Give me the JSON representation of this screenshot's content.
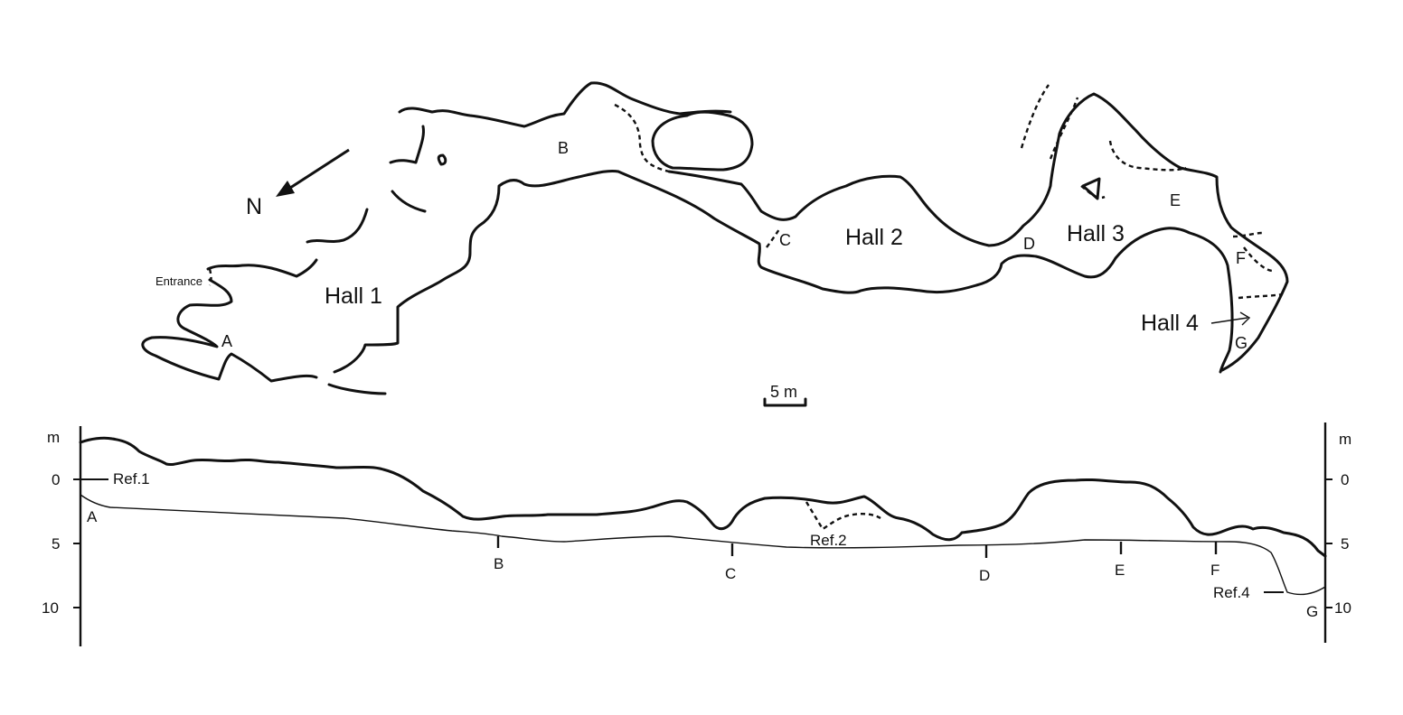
{
  "plan": {
    "north": "N",
    "entrance": "Entrance",
    "halls": [
      "Hall 1",
      "Hall 2",
      "Hall 3",
      "Hall 4"
    ],
    "points": [
      "A",
      "B",
      "C",
      "D",
      "E",
      "F",
      "G"
    ],
    "scale": "5 m"
  },
  "profile": {
    "unit": "m",
    "ticks": [
      "0",
      "5",
      "10"
    ],
    "refs": [
      "Ref.1",
      "Ref.2",
      "Ref.4"
    ],
    "stations": [
      "A",
      "B",
      "C",
      "D",
      "E",
      "F",
      "G"
    ]
  },
  "colors": {
    "ink": "#111111",
    "background": "#ffffff"
  }
}
